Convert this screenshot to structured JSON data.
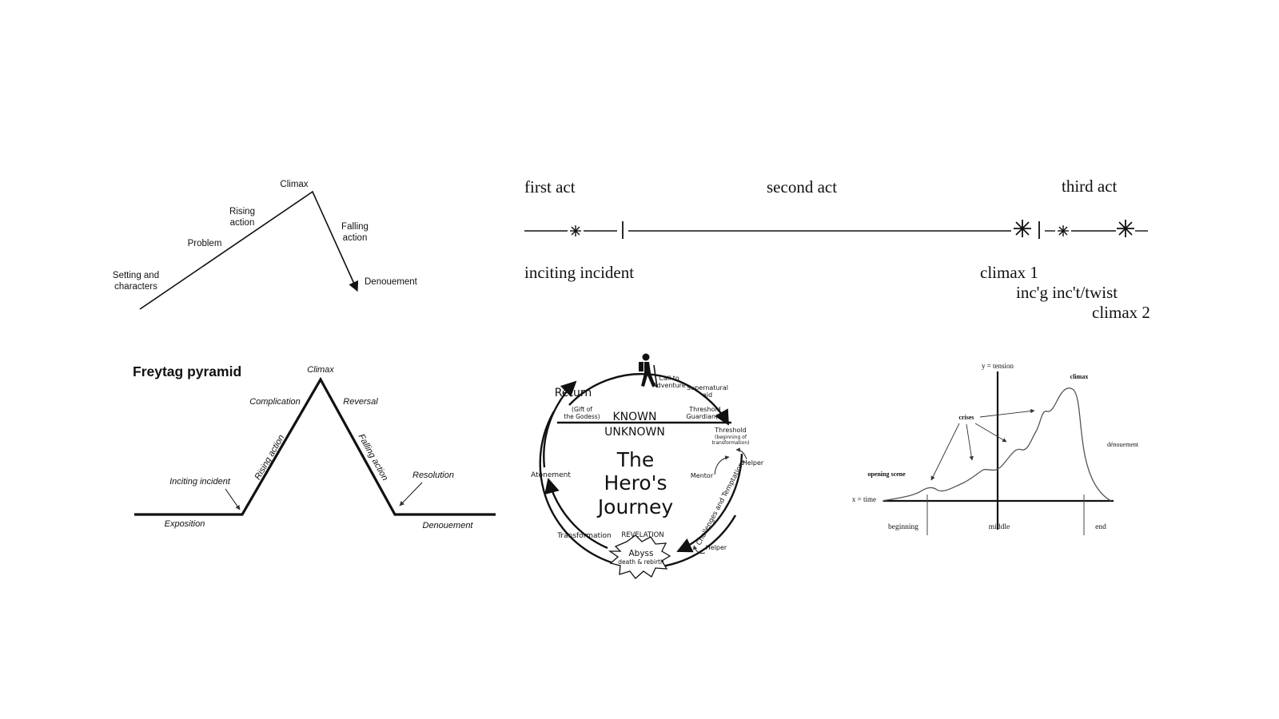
{
  "plot_diagram": {
    "climax": "Climax",
    "rising_action": [
      "Rising",
      "action"
    ],
    "problem": "Problem",
    "setting": [
      "Setting and",
      "characters"
    ],
    "falling_action": [
      "Falling",
      "action"
    ],
    "denouement": "Denouement"
  },
  "three_act": {
    "first_act": "first act",
    "second_act": "second act",
    "third_act": "third act",
    "inciting_incident": "inciting incident",
    "climax1": "climax 1",
    "twist": "inc'g inc't/twist",
    "climax2": "climax 2"
  },
  "freytag": {
    "title": "Freytag pyramid",
    "climax": "Climax",
    "complication": "Complication",
    "reversal": "Reversal",
    "rising_action": "Rising action",
    "falling_action": "Falling action",
    "inciting_incident": "Inciting incident",
    "resolution": "Resolution",
    "exposition": "Exposition",
    "denouement": "Denouement"
  },
  "heros_journey": {
    "title": [
      "The",
      "Hero's",
      "Journey"
    ],
    "known": "KNOWN",
    "unknown": "UNKNOWN",
    "call": [
      "Call to",
      "Adventure"
    ],
    "supernatural": [
      "Supernatural",
      "aid"
    ],
    "guardians": [
      "Threshold",
      "Guardian(s)"
    ],
    "threshold": [
      "Threshold",
      "(beginning of",
      "transformation)"
    ],
    "helper1": "Helper",
    "mentor": "Mentor",
    "challenges": "Challenges and Temptations",
    "helper2": "Helper",
    "revelation": "REVELATION",
    "abyss": [
      "Abyss",
      "death & rebirth"
    ],
    "transformation": "Transformation",
    "atonement": "Atonement",
    "return": "Return",
    "gift": [
      "(Gift of",
      "the Godess)"
    ],
    "hiker_icon": "hiker-icon"
  },
  "tension_graph": {
    "y_label": "y = tension",
    "x_label": "x = time",
    "climax": "climax",
    "crises": "crises",
    "denouement": "dénouement",
    "opening_scene": "opening scene",
    "beginning": "beginning",
    "middle": "middle",
    "end": "end"
  }
}
